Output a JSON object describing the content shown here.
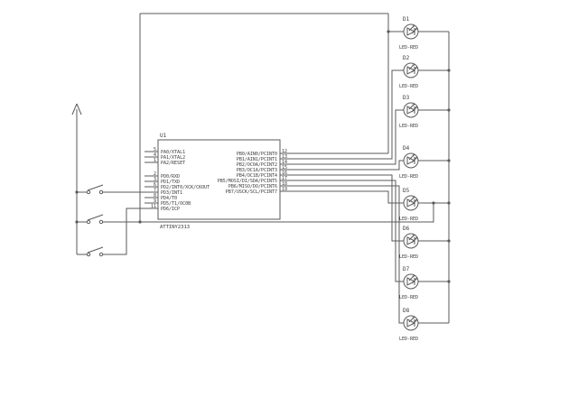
{
  "canvas": {
    "background": "#ffffff",
    "wire_color": "#5a5a5a",
    "text_color": "#3a3a3a"
  },
  "schematic": {
    "chip": {
      "ref": "U1",
      "part": "ATTINY2313",
      "left_pins": [
        {
          "num": "5",
          "name": "PA0/XTAL1"
        },
        {
          "num": "4",
          "name": "PA1/XTAL2"
        },
        {
          "num": "1",
          "name": "PA2/RESET"
        },
        {
          "num": "2",
          "name": "PD0/RXD"
        },
        {
          "num": "3",
          "name": "PD1/TXD"
        },
        {
          "num": "6",
          "name": "PD2/INT0/XCK/CKOUT"
        },
        {
          "num": "7",
          "name": "PD3/INT1"
        },
        {
          "num": "8",
          "name": "PD4/T0"
        },
        {
          "num": "9",
          "name": "PD5/T1/OC0B"
        },
        {
          "num": "11",
          "name": "PD6/ICP"
        }
      ],
      "right_pins": [
        {
          "num": "12",
          "name": "PB0/AIN0/PCINT0"
        },
        {
          "num": "13",
          "name": "PB1/AIN1/PCINT1"
        },
        {
          "num": "14",
          "name": "PB2/OC0A/PCINT2"
        },
        {
          "num": "15",
          "name": "PB3/OC1A/PCINT3"
        },
        {
          "num": "16",
          "name": "PB4/OC1B/PCINT4"
        },
        {
          "num": "17",
          "name": "PB5/MOSI/DI/SDA/PCINT5"
        },
        {
          "num": "18",
          "name": "PB6/MISO/DO/PCINT6"
        },
        {
          "num": "19",
          "name": "PB7/USCK/SCL/PCINT7"
        }
      ]
    },
    "leds": [
      {
        "ref": "D1",
        "type": "LED-RED"
      },
      {
        "ref": "D2",
        "type": "LED-RED"
      },
      {
        "ref": "D3",
        "type": "LED-RED"
      },
      {
        "ref": "D4",
        "type": "LED-RED"
      },
      {
        "ref": "D5",
        "type": "LED-RED"
      },
      {
        "ref": "D6",
        "type": "LED-RED"
      },
      {
        "ref": "D7",
        "type": "LED-RED"
      },
      {
        "ref": "D8",
        "type": "LED-RED"
      }
    ]
  }
}
